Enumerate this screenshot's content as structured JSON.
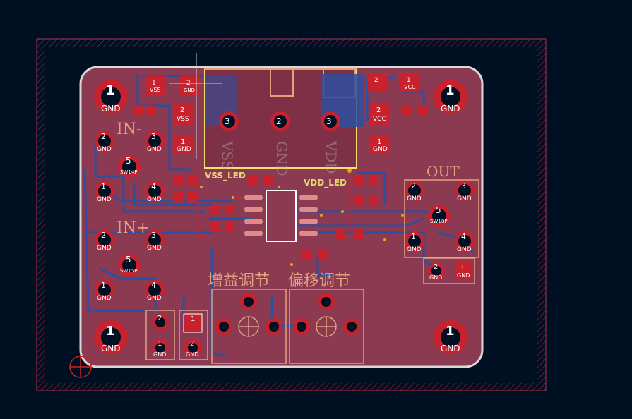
{
  "colors": {
    "background": "#001023",
    "board": "#8b3a51",
    "copper_front": "#c7222d",
    "copper_back": "#2d4fa0",
    "silk": "#e2a27f",
    "edge": "#d0d0d0",
    "hatch": "#a02040"
  },
  "labels": {
    "gnd": "GND",
    "vss": "VSS",
    "vdd": "VDD",
    "vcc": "VCC",
    "num1": "1",
    "num2": "2",
    "num3": "3",
    "num4": "4",
    "num5": "5",
    "vss_led": "VSS_LED",
    "vdd_led": "VDD_LED",
    "out": "OUT",
    "in_minus": "IN-",
    "in_plus": "IN+",
    "gain_adjust": "增益调节",
    "offset_adjust": "偏移调节",
    "ref_sw14": "SW14P",
    "ref_sw15": "SW15P",
    "ref_sw18": "SW18P",
    "net_vss_small": "VSS",
    "net_gnd_small": "GND"
  }
}
